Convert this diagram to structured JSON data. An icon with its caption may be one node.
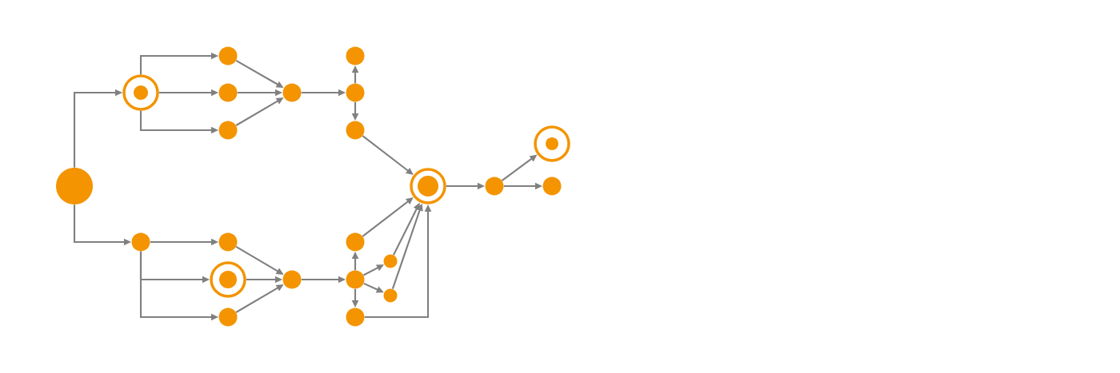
{
  "diagram": {
    "nodes": [
      {
        "text": [],
        "shape": "circle"
      },
      {
        "text": [],
        "shape": "ring"
      },
      {
        "text": [],
        "shape": "circle"
      },
      {
        "text": [],
        "shape": "circle"
      },
      {
        "text": [],
        "shape": "circle"
      },
      {
        "text": [],
        "shape": "circle"
      },
      {
        "text": [],
        "shape": "circle"
      },
      {
        "text": [],
        "shape": "circle"
      },
      {
        "text": [],
        "shape": "circle"
      },
      {
        "text": [],
        "shape": "circle"
      },
      {
        "text": [],
        "shape": "circle"
      },
      {
        "text": [],
        "shape": "ring"
      },
      {
        "text": [],
        "shape": "circle"
      },
      {
        "text": [],
        "shape": "circle"
      },
      {
        "text": [],
        "shape": "circle"
      },
      {
        "text": [],
        "shape": "circle"
      },
      {
        "text": [],
        "shape": "circle"
      },
      {
        "text": [],
        "shape": "circle"
      },
      {
        "text": [],
        "shape": "circle"
      },
      {
        "text": [],
        "shape": "ring"
      },
      {
        "text": [],
        "shape": "circle"
      },
      {
        "text": [],
        "shape": "ring"
      },
      {
        "text": [],
        "shape": "circle"
      }
    ],
    "edges": [
      {
        "from": 0,
        "to": 1,
        "arrow": "to"
      },
      {
        "from": 1,
        "to": 2,
        "arrow": "to"
      },
      {
        "from": 1,
        "to": 3,
        "arrow": "to"
      },
      {
        "from": 1,
        "to": 4,
        "arrow": "to"
      },
      {
        "from": 2,
        "to": 5,
        "arrow": "to"
      },
      {
        "from": 3,
        "to": 5,
        "arrow": "to"
      },
      {
        "from": 4,
        "to": 5,
        "arrow": "to"
      },
      {
        "from": 5,
        "to": 7,
        "arrow": "to"
      },
      {
        "from": 7,
        "to": 6,
        "arrow": "to"
      },
      {
        "from": 7,
        "to": 8,
        "arrow": "to"
      },
      {
        "from": 8,
        "to": 19,
        "arrow": "to"
      },
      {
        "from": 0,
        "to": 9,
        "arrow": "to"
      },
      {
        "from": 9,
        "to": 10,
        "arrow": "to"
      },
      {
        "from": 9,
        "to": 11,
        "arrow": "to"
      },
      {
        "from": 9,
        "to": 12,
        "arrow": "to"
      },
      {
        "from": 10,
        "to": 13,
        "arrow": "to"
      },
      {
        "from": 11,
        "to": 13,
        "arrow": "to"
      },
      {
        "from": 12,
        "to": 13,
        "arrow": "to"
      },
      {
        "from": 13,
        "to": 15,
        "arrow": "to"
      },
      {
        "from": 15,
        "to": 14,
        "arrow": "to"
      },
      {
        "from": 15,
        "to": 16,
        "arrow": "to"
      },
      {
        "from": 15,
        "to": 17,
        "arrow": "to"
      },
      {
        "from": 15,
        "to": 18,
        "arrow": "to"
      },
      {
        "from": 14,
        "to": 19,
        "arrow": "to"
      },
      {
        "from": 16,
        "to": 19,
        "arrow": "to"
      },
      {
        "from": 17,
        "to": 19,
        "arrow": "to"
      },
      {
        "from": 18,
        "to": 19,
        "arrow": "to"
      },
      {
        "from": 19,
        "to": 20,
        "arrow": "to"
      },
      {
        "from": 20,
        "to": 21,
        "arrow": "to"
      },
      {
        "from": 20,
        "to": 22,
        "arrow": "to"
      }
    ]
  }
}
